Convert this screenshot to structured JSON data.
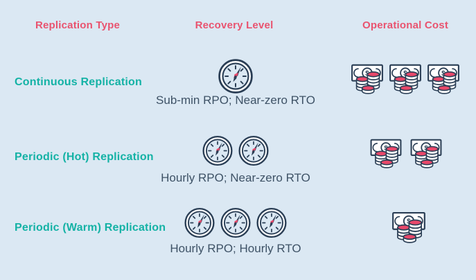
{
  "colors": {
    "bg": "#dbe8f3",
    "pink": "#e9536f",
    "teal": "#14b2a5",
    "navy": "#2a3e55",
    "text": "#3e5266",
    "coin-pink": "#e8486a"
  },
  "table": {
    "headers": [
      "Replication Type",
      "Recovery Level",
      "Operational Cost"
    ],
    "rows": [
      {
        "type": "Continuous Replication",
        "recovery": "Sub-min RPO; Near-zero RTO",
        "clock_count": 1,
        "money_count": 3
      },
      {
        "type": "Periodic (Hot) Replication",
        "recovery": "Hourly RPO; Near-zero RTO",
        "clock_count": 2,
        "money_count": 2
      },
      {
        "type": "Periodic (Warm) Replication",
        "recovery": "Hourly RPO; Hourly RTO",
        "clock_count": 3,
        "money_count": 1
      }
    ]
  }
}
